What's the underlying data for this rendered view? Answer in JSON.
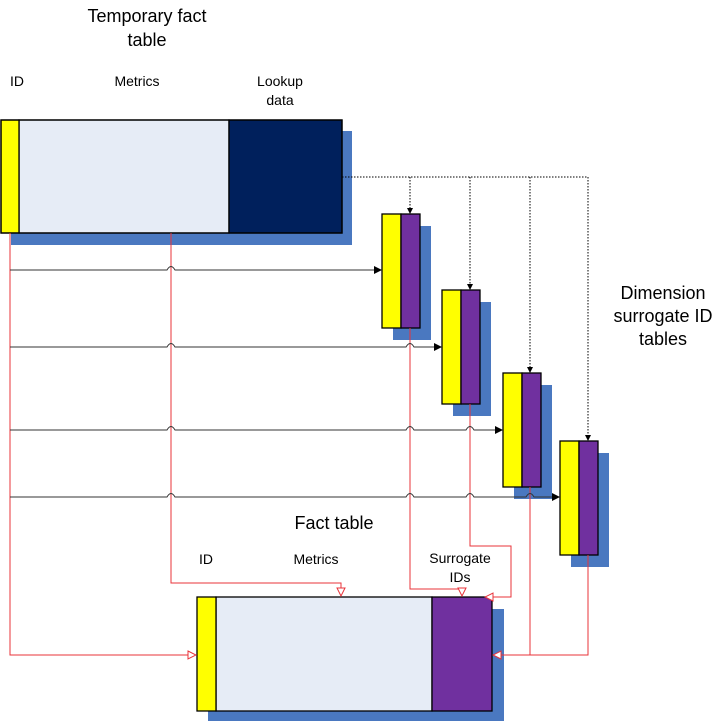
{
  "temp_table": {
    "title_line1": "Temporary fact",
    "title_line2": "table",
    "col_id": "ID",
    "col_metrics": "Metrics",
    "col_lookup_line1": "Lookup",
    "col_lookup_line2": "data"
  },
  "dimension_label": {
    "line1": "Dimension",
    "line2": "surrogate ID",
    "line3": "tables"
  },
  "fact_table": {
    "title": "Fact table",
    "col_id": "ID",
    "col_metrics": "Metrics",
    "col_surrogate_line1": "Surrogate",
    "col_surrogate_line2": "IDs"
  },
  "colors": {
    "id_column": "#FFFF00",
    "metrics": "#E6ECF6",
    "lookup": "#00205C",
    "surrogate": "#70309F",
    "shadow": "#4A78C0",
    "red_line": "#E8333A",
    "black_line": "#000000"
  }
}
